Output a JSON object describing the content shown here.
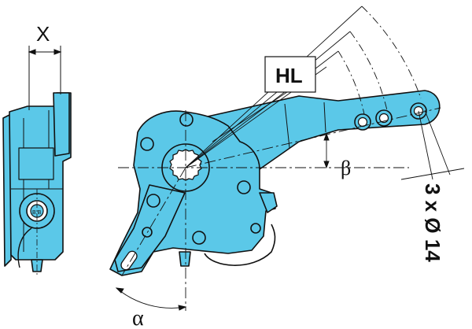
{
  "labels": {
    "x_dimension": "X",
    "hl": "HL",
    "beta": "β",
    "alpha": "α",
    "holes": "3 x Ø 14"
  },
  "colors": {
    "body_fill": "#5bc8e8",
    "outline": "#111111",
    "background": "#ffffff"
  }
}
